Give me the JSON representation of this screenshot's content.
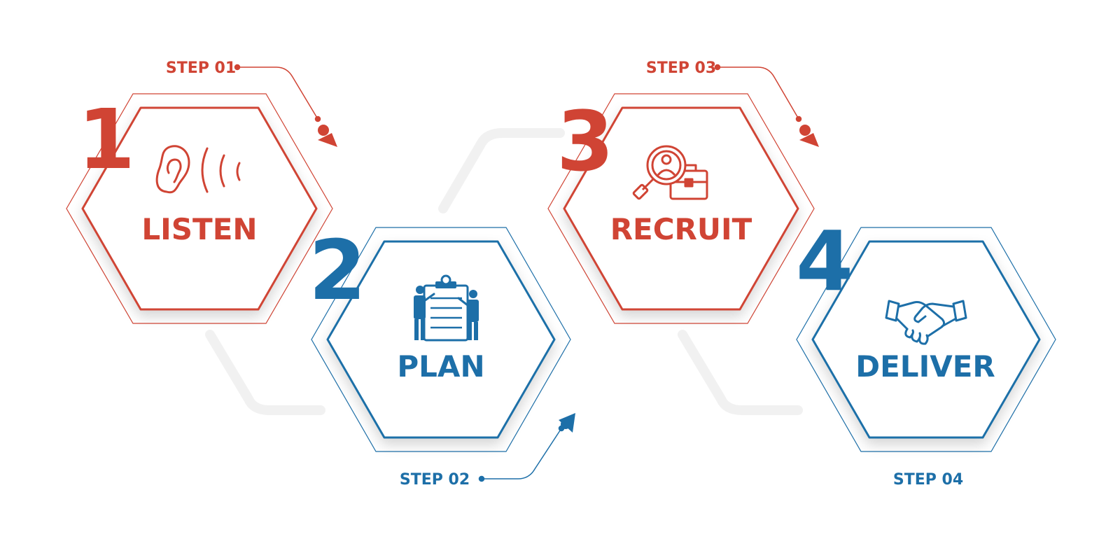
{
  "colors": {
    "red": "#d04434",
    "blue": "#1d6fa8",
    "connector": "#f1f1f1",
    "shadow": "#000000"
  },
  "steps": [
    {
      "number": "1",
      "title": "LISTEN",
      "label": "STEP 01",
      "color": "red",
      "icon": "ear-sound-icon"
    },
    {
      "number": "2",
      "title": "PLAN",
      "label": "STEP 02",
      "color": "blue",
      "icon": "planning-clipboard-icon"
    },
    {
      "number": "3",
      "title": "RECRUIT",
      "label": "STEP 03",
      "color": "red",
      "icon": "recruit-search-briefcase-icon"
    },
    {
      "number": "4",
      "title": "DELIVER",
      "label": "STEP 04",
      "color": "blue",
      "icon": "handshake-icon"
    }
  ]
}
